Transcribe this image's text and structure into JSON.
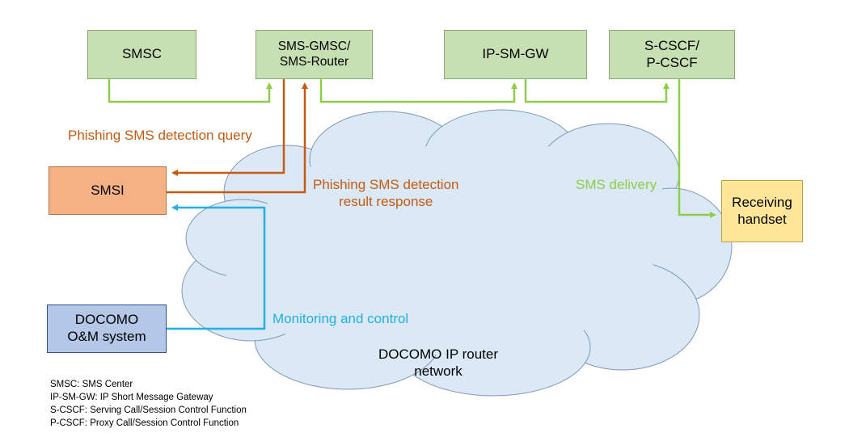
{
  "colors": {
    "green_box": "#c6e0b4",
    "orange_box": "#f4b183",
    "blue_box": "#b4c7e7",
    "yellow_box": "#ffe699",
    "cloud": "#dbe8f6",
    "green_line": "#8fcc4a",
    "orange_line": "#c55a11",
    "blue_line": "#1fb0e6"
  },
  "nodes": {
    "smsc": "SMSC",
    "sms_gmsc": "SMS-GMSC/\nSMS-Router",
    "ip_sm_gw": "IP-SM-GW",
    "s_cscf": "S-CSCF/\nP-CSCF",
    "smsi": "SMSI",
    "docomo_om": "DOCOMO\nO&M system",
    "receiving_handset": "Receiving\nhandset"
  },
  "cloud_label": "DOCOMO IP router\nnetwork",
  "flow_labels": {
    "detection_query": "Phishing SMS detection query",
    "detection_response": "Phishing SMS detection\nresult response",
    "sms_delivery": "SMS delivery",
    "monitoring": "Monitoring and control"
  },
  "legend": [
    "SMSC: SMS Center",
    "IP-SM-GW: IP Short Message Gateway",
    "S-CSCF: Serving Call/Session Control Function",
    "P-CSCF: Proxy Call/Session Control Function"
  ]
}
